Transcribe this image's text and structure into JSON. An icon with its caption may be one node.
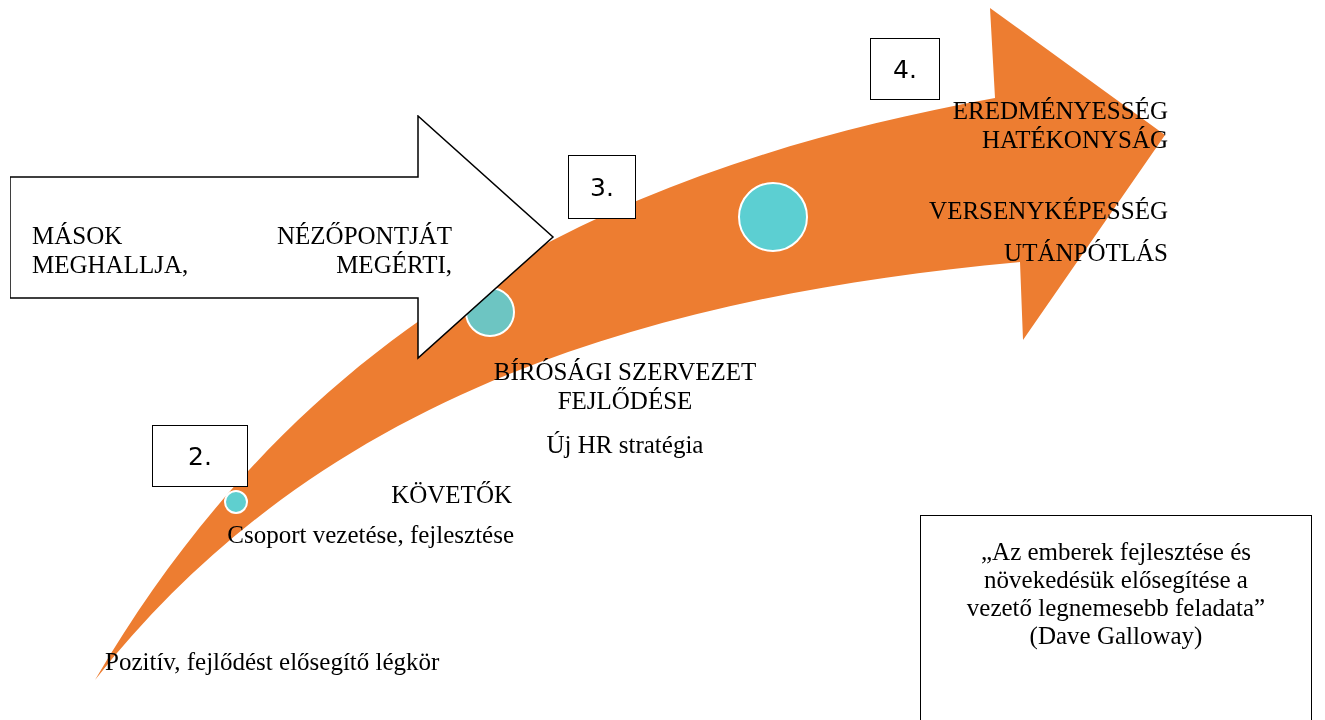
{
  "diagram": {
    "nodes": [
      {
        "text": [
          "MÁSOK NÉZŐPONTJÁT MEGHALLJA, MEGÉRTI,"
        ]
      },
      {
        "text": [
          "4."
        ]
      },
      {
        "text": [
          "3."
        ]
      },
      {
        "text": [
          "2."
        ]
      },
      {
        "text": [
          "„Az emberek fejlesztése és növekedésük elősegítése a vezető legnemesebb feladata” (Dave Galloway)"
        ]
      },
      {
        "text": [],
        "shape": "circle"
      },
      {
        "text": [],
        "shape": "circle"
      },
      {
        "text": [],
        "shape": "circle"
      }
    ],
    "edges": [],
    "labels": [
      "EREDMÉNYESSÉG HATÉKONYSÁG",
      "VERSENYKÉPESSÉG",
      "UTÁNPÓTLÁS",
      "BÍRÓSÁGI SZERVEZET FEJLŐDÉSE",
      "Új HR stratégia",
      "KÖVETŐK",
      "Csoport vezetése, fejlesztése",
      "Pozitív, fejlődést elősegítő légkör"
    ]
  }
}
